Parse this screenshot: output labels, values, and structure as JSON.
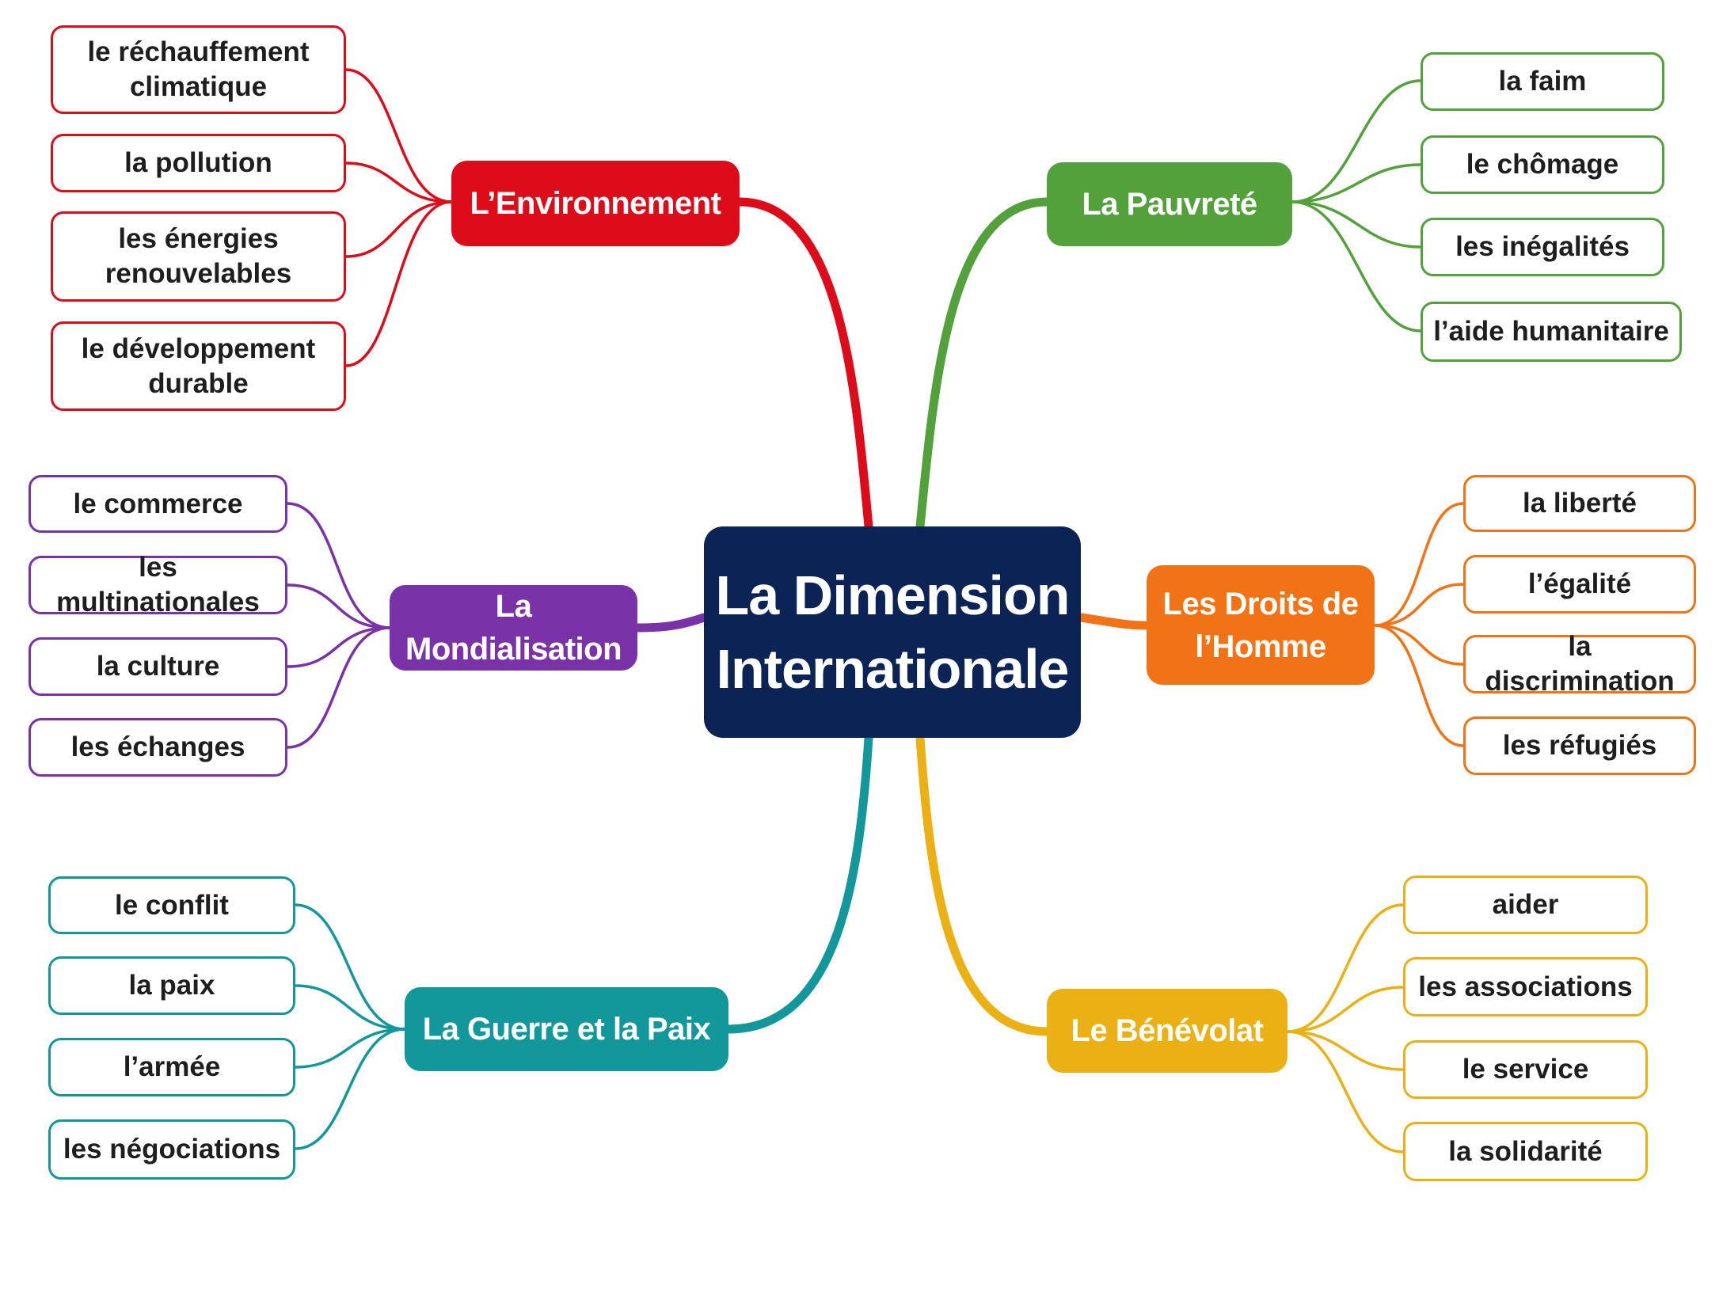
{
  "center": {
    "title": "La Dimension Internationale",
    "color": "#0c2356"
  },
  "branches": [
    {
      "key": "environnement",
      "label": "L’Environnement",
      "color": "#dc0c1b",
      "leaves": [
        "le réchauffement climatique",
        "la pollution",
        "les énergies renouvelables",
        "le développement durable"
      ]
    },
    {
      "key": "pauvrete",
      "label": "La Pauvreté",
      "color": "#52a13b",
      "leaves": [
        "la faim",
        "le chômage",
        "les inégalités",
        "l’aide humanitaire"
      ]
    },
    {
      "key": "mondialisation",
      "label": "La Mondialisation",
      "color": "#7a32a8",
      "leaves": [
        "le commerce",
        "les multinationales",
        "la culture",
        "les échanges"
      ]
    },
    {
      "key": "droits-homme",
      "label": "Les Droits de l’Homme",
      "color": "#f27316",
      "leaves": [
        "la liberté",
        "l’égalité",
        "la discrimination",
        "les réfugiés"
      ]
    },
    {
      "key": "guerre-paix",
      "label": "La Guerre et la Paix",
      "color": "#12979a",
      "leaves": [
        "le conflit",
        "la paix",
        "l’armée",
        "les négociations"
      ]
    },
    {
      "key": "benevolat",
      "label": "Le Bénévolat",
      "color": "#ebb014",
      "leaves": [
        "aider",
        "les associations",
        "le service",
        "la solidarité"
      ]
    }
  ]
}
